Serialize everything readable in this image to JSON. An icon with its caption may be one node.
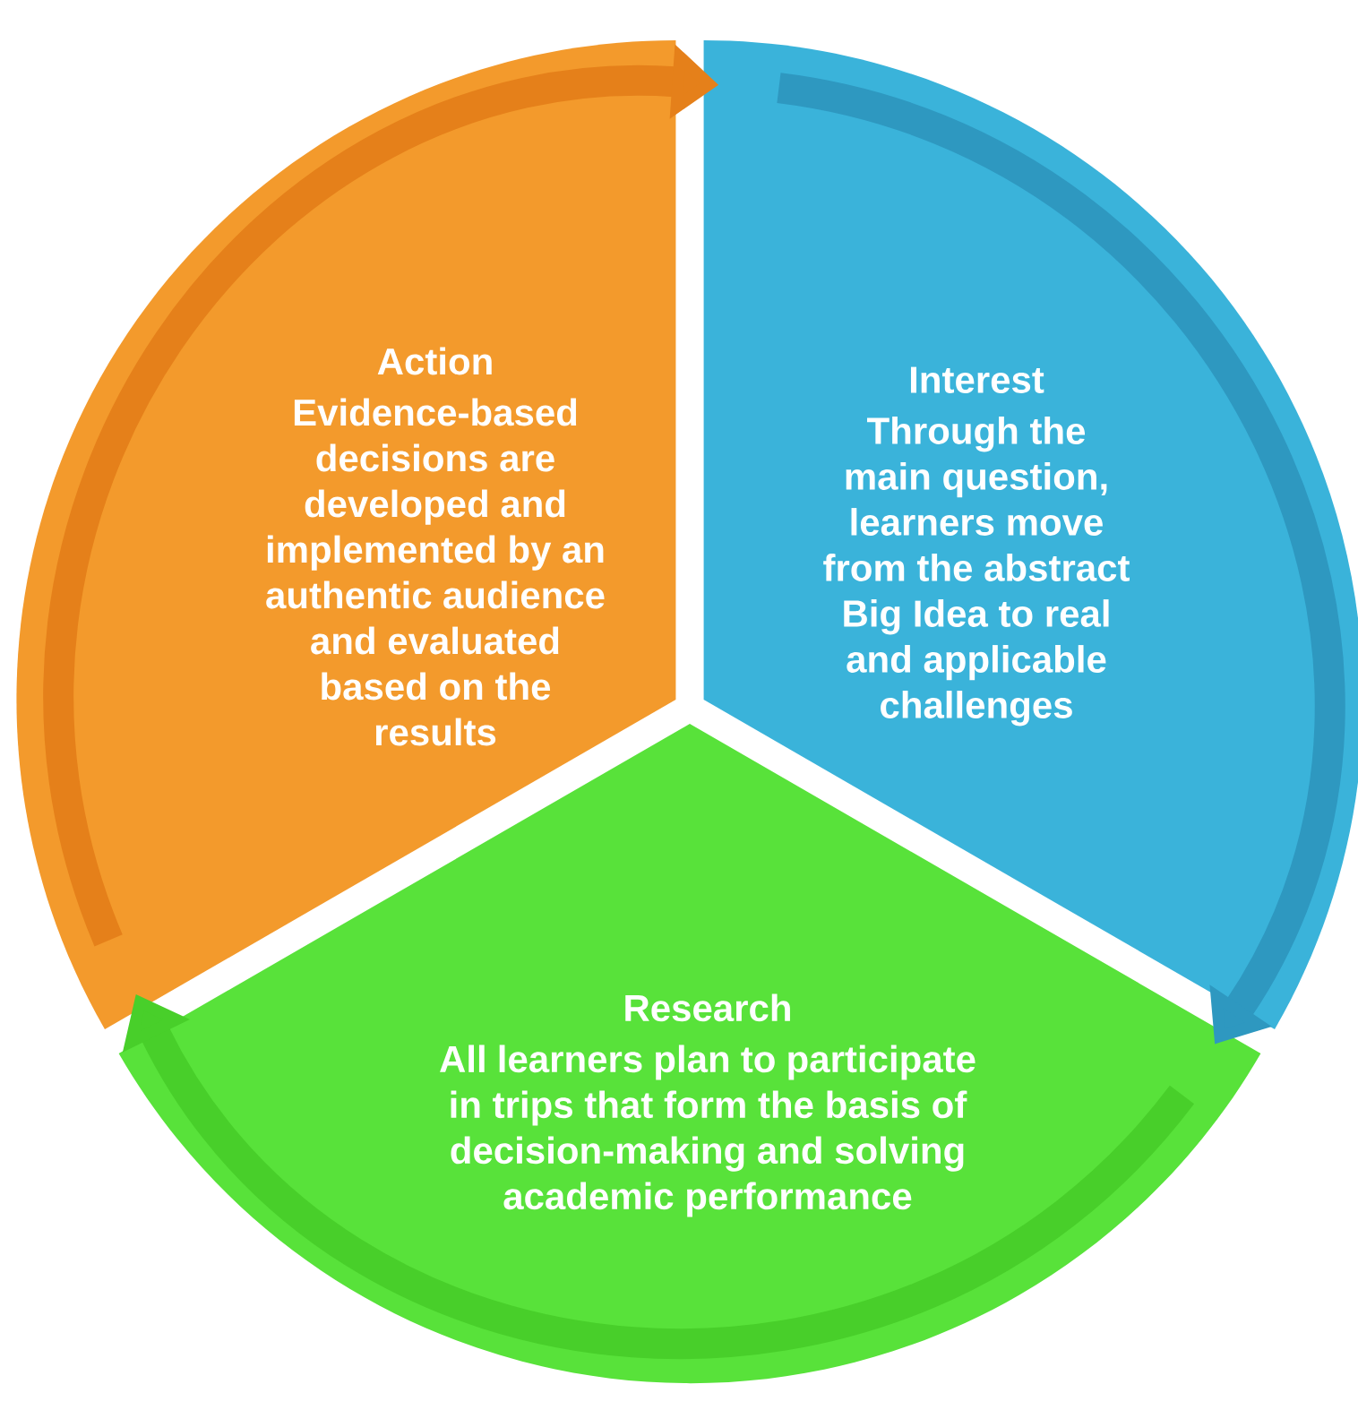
{
  "diagram": {
    "nodes": [
      {
        "text": [
          "Action",
          "Evidence-based decisions are developed and implemented by an authentic audience and evaluated based on the results"
        ]
      },
      {
        "text": [
          "Interest",
          "Through the main question, learners move from the abstract Big Idea to real and applicable challenges"
        ]
      },
      {
        "text": [
          "Research",
          "All learners plan to participate in trips that form the basis of decision-making and solving academic performance"
        ]
      }
    ],
    "edges": [
      {
        "from": 0,
        "to": 1,
        "arrow": "to",
        "color": "#e5801a"
      },
      {
        "from": 1,
        "to": 2,
        "arrow": "to",
        "color": "#2e98c0"
      },
      {
        "from": 2,
        "to": 0,
        "arrow": "to",
        "color": "#48cf2a"
      }
    ]
  }
}
